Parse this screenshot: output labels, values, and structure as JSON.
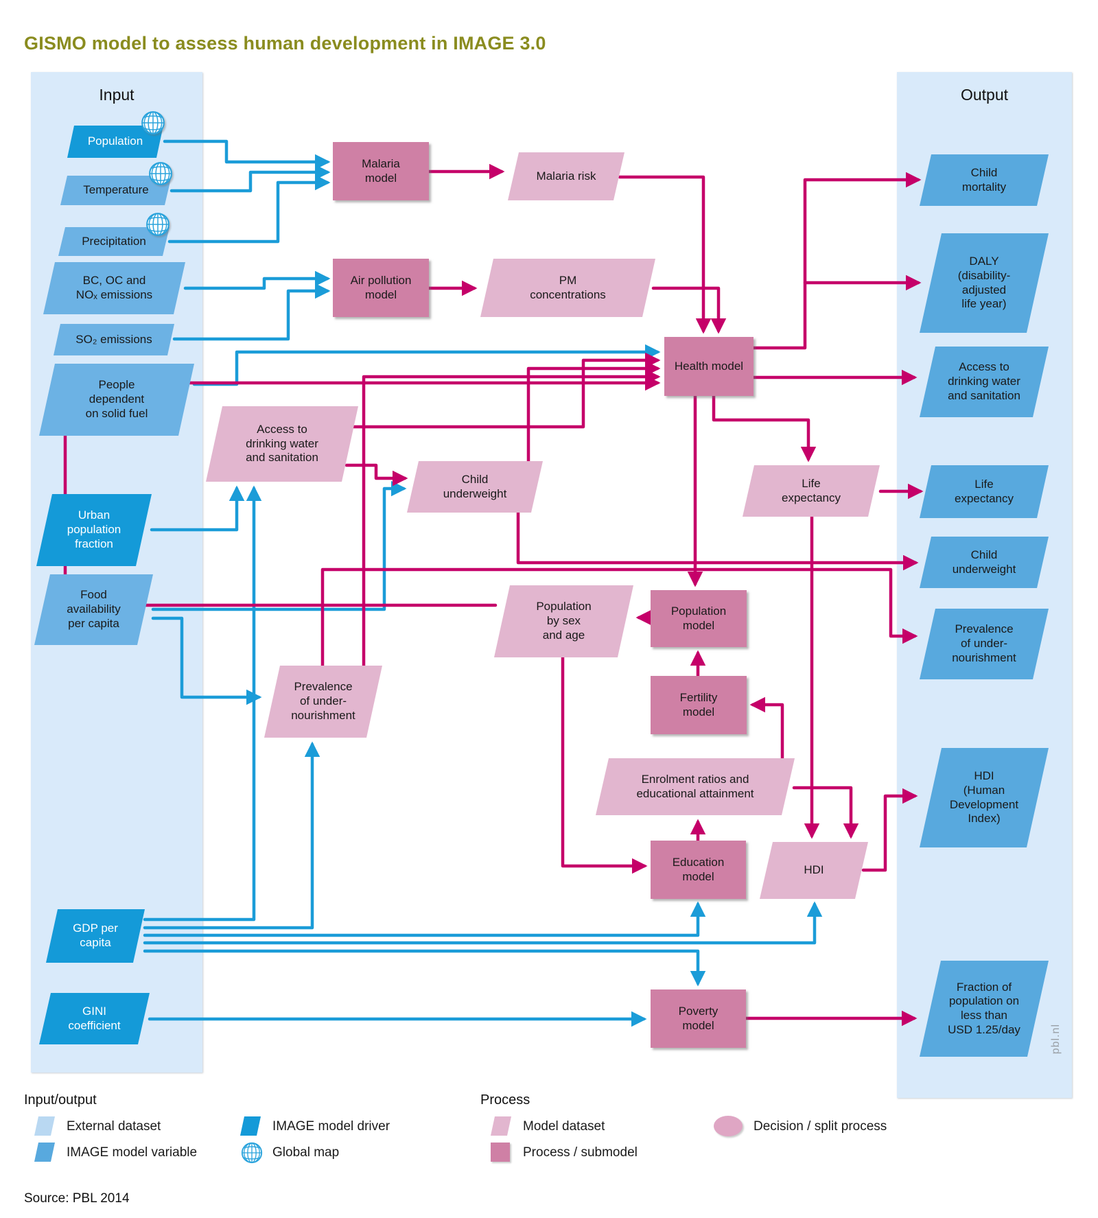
{
  "title": "GISMO model to assess human development in IMAGE 3.0",
  "input_panel": {
    "label": "Input",
    "items": [
      {
        "label": "Population"
      },
      {
        "label": "Temperature"
      },
      {
        "label": "Precipitation"
      },
      {
        "label": "BC, OC and\nNOₓ emissions"
      },
      {
        "label": "SO₂ emissions"
      },
      {
        "label": "People\ndependent\non solid fuel"
      },
      {
        "label": "Urban\npopulation\nfraction"
      },
      {
        "label": "Food\navailability\nper capita"
      },
      {
        "label": "GDP per\ncapita"
      },
      {
        "label": "GINI\ncoefficient"
      }
    ]
  },
  "output_panel": {
    "label": "Output",
    "items": [
      {
        "label": "Child\nmortality"
      },
      {
        "label": "DALY\n(disability-\nadjusted\nlife year)"
      },
      {
        "label": "Access to\ndrinking water\nand sanitation"
      },
      {
        "label": "Life\nexpectancy"
      },
      {
        "label": "Child\nunderweight"
      },
      {
        "label": "Prevalence\nof under-\nnourishment"
      },
      {
        "label": "HDI\n(Human\nDevelopment\nIndex)"
      },
      {
        "label": "Fraction of\npopulation on\nless than\nUSD 1.25/day"
      }
    ]
  },
  "process_boxes": [
    {
      "label": "Malaria\nmodel"
    },
    {
      "label": "Air pollution\nmodel"
    },
    {
      "label": "Health model"
    },
    {
      "label": "Population\nmodel"
    },
    {
      "label": "Fertility\nmodel"
    },
    {
      "label": "Education\nmodel"
    },
    {
      "label": "Poverty\nmodel"
    }
  ],
  "datasets": [
    {
      "label": "Malaria risk"
    },
    {
      "label": "PM\nconcentrations"
    },
    {
      "label": "Access to\ndrinking water\nand sanitation"
    },
    {
      "label": "Child\nunderweight"
    },
    {
      "label": "Life\nexpectancy"
    },
    {
      "label": "Population\nby sex\nand age"
    },
    {
      "label": "Prevalence\nof under-\nnourishment"
    },
    {
      "label": "Enrolment ratios and\neducational attainment"
    },
    {
      "label": "HDI"
    }
  ],
  "legend": {
    "io_header": "Input/output",
    "process_header": "Process",
    "external_dataset": "External dataset",
    "image_model_variable": "IMAGE model variable",
    "image_model_driver": "IMAGE model driver",
    "global_map": "Global map",
    "model_dataset": "Model dataset",
    "process_submodel": "Process / submodel",
    "decision_split": "Decision / split process"
  },
  "watermark": "pbl.nl",
  "source": "Source: PBL 2014",
  "colors": {
    "title_olive": "#8a8c1f",
    "panel_bg": "#d9eafa",
    "external_blue": "#b9d8f2",
    "variable_blue": "#6cb2e4",
    "driver_blue": "#149ad8",
    "output_blue": "#58a9de",
    "dataset_pink": "#e2b6cf",
    "process_pink": "#cf80a5",
    "decision_pink": "#dfa6c4",
    "arrow_blue": "#1b9cd8",
    "arrow_magenta": "#c50069"
  }
}
